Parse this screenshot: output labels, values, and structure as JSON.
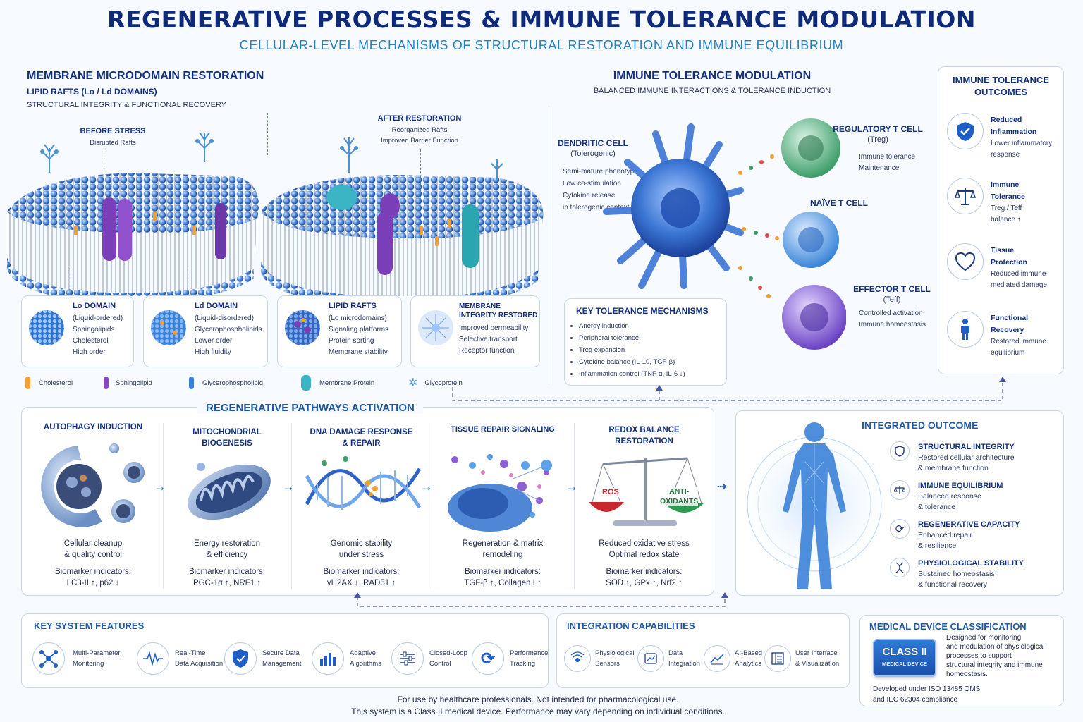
{
  "header": {
    "title": "REGENERATIVE PROCESSES & IMMUNE TOLERANCE MODULATION",
    "subtitle": "CELLULAR-LEVEL MECHANISMS OF STRUCTURAL RESTORATION AND IMMUNE EQUILIBRIUM"
  },
  "membrane": {
    "title": "MEMBRANE MICRODOMAIN RESTORATION",
    "subtitle": "LIPID RAFTS (Lo / Ld DOMAINS)",
    "tagline": "STRUCTURAL INTEGRITY & FUNCTIONAL RECOVERY",
    "before_title": "BEFORE STRESS",
    "before_text": "Disrupted Rafts",
    "after_title": "AFTER RESTORATION",
    "after_text1": "Reorganized Rafts",
    "after_text2": "Improved Barrier Function",
    "domains": [
      {
        "title": "Lo DOMAIN",
        "lines": [
          "(Liquid-ordered)",
          "Sphingolipids",
          "Cholesterol",
          "High order"
        ]
      },
      {
        "title": "Ld DOMAIN",
        "lines": [
          "(Liquid-disordered)",
          "Glycerophospholipids",
          "Lower order",
          "High fluidity"
        ]
      },
      {
        "title": "LIPID RAFTS",
        "lines": [
          "(Lo microdomains)",
          "Signaling platforms",
          "Protein sorting",
          "Membrane stability"
        ]
      },
      {
        "title": "MEMBRANE INTEGRITY RESTORED",
        "lines": [
          "Improved permeability",
          "Selective transport",
          "Receptor function"
        ]
      }
    ],
    "legend": [
      "Cholesterol",
      "Sphingolipid",
      "Glycerophospholipid",
      "Membrane Protein",
      "Glycoprotein"
    ]
  },
  "immune": {
    "title": "IMMUNE TOLERANCE MODULATION",
    "subtitle": "BALANCED IMMUNE INTERACTIONS & TOLERANCE INDUCTION",
    "dc_title": "DENDRITIC CELL",
    "dc_sub": "(Tolerogenic)",
    "dc_lines": [
      "Semi-mature phenotype",
      "Low co-stimulation",
      "Cytokine release",
      "in tolerogenic context"
    ],
    "treg_title": "REGULATORY T CELL",
    "treg_sub": "(Treg)",
    "treg_lines": [
      "Immune tolerance",
      "Maintenance"
    ],
    "naive_title": "NAÏVE T CELL",
    "teff_title": "EFFECTOR T CELL",
    "teff_sub": "(Teff)",
    "teff_lines": [
      "Controlled activation",
      "Immune homeostasis"
    ],
    "mech_title": "KEY TOLERANCE MECHANISMS",
    "mechanisms": [
      "Anergy induction",
      "Peripheral tolerance",
      "Treg expansion",
      "Cytokine balance (IL-10, TGF-β)",
      "Inflammation control (TNF-α, IL-6 ↓)"
    ]
  },
  "outcomes": {
    "title_l1": "IMMUNE TOLERANCE",
    "title_l2": "OUTCOMES",
    "items": [
      {
        "icon": "shield-check-icon",
        "title_l1": "Reduced",
        "title_l2": "Inflammation",
        "desc_l1": "Lower inflammatory",
        "desc_l2": "response"
      },
      {
        "icon": "balance-scale-icon",
        "title_l1": "Immune",
        "title_l2": "Tolerance",
        "desc_l1": "Treg / Teff",
        "desc_l2": "balance ↑"
      },
      {
        "icon": "heart-icon",
        "title_l1": "Tissue",
        "title_l2": "Protection",
        "desc_l1": "Reduced immune-",
        "desc_l2": "mediated damage"
      },
      {
        "icon": "person-icon",
        "title_l1": "Functional",
        "title_l2": "Recovery",
        "desc_l1": "Restored immune",
        "desc_l2": "equilibrium"
      }
    ]
  },
  "pathways": {
    "title": "REGENERATIVE PATHWAYS ACTIVATION",
    "steps": [
      {
        "title_l1": "AUTOPHAGY INDUCTION",
        "title_l2": "",
        "d1": "Cellular cleanup",
        "d2": "& quality control",
        "bio": "Biomarker indicators:",
        "markers": "LC3-II ↑, p62 ↓"
      },
      {
        "title_l1": "MITOCHONDRIAL",
        "title_l2": "BIOGENESIS",
        "d1": "Energy restoration",
        "d2": "& efficiency",
        "bio": "Biomarker indicators:",
        "markers": "PGC-1α ↑, NRF1 ↑"
      },
      {
        "title_l1": "DNA DAMAGE RESPONSE",
        "title_l2": "& REPAIR",
        "d1": "Genomic stability",
        "d2": "under stress",
        "bio": "Biomarker indicators:",
        "markers": "γH2AX ↓, RAD51 ↑"
      },
      {
        "title_l1": "TISSUE REPAIR SIGNALING",
        "title_l2": "",
        "d1": "Regeneration & matrix",
        "d2": "remodeling",
        "bio": "Biomarker indicators:",
        "markers": "TGF-β ↑, Collagen I ↑"
      },
      {
        "title_l1": "REDOX BALANCE",
        "title_l2": "RESTORATION",
        "d1": "Reduced oxidative stress",
        "d2": "Optimal redox state",
        "bio": "Biomarker indicators:",
        "markers": "SOD ↑, GPx ↑, Nrf2 ↑"
      }
    ],
    "ros_label": "ROS",
    "anti_l1": "ANTI-",
    "anti_l2": "OXIDANTS"
  },
  "integrated": {
    "title": "INTEGRATED OUTCOME",
    "items": [
      {
        "icon": "shield-icon",
        "title": "STRUCTURAL INTEGRITY",
        "d1": "Restored cellular architecture",
        "d2": "& membrane function"
      },
      {
        "icon": "scale-icon",
        "title": "IMMUNE EQUILIBRIUM",
        "d1": "Balanced response",
        "d2": "& tolerance"
      },
      {
        "icon": "cycle-icon",
        "title": "REGENERATIVE CAPACITY",
        "d1": "Enhanced repair",
        "d2": "& resilience"
      },
      {
        "icon": "dna-icon",
        "title": "PHYSIOLOGICAL STABILITY",
        "d1": "Sustained homeostasis",
        "d2": "& functional recovery"
      }
    ]
  },
  "features": {
    "title": "KEY SYSTEM FEATURES",
    "items": [
      {
        "l1": "Multi-Parameter",
        "l2": "Monitoring"
      },
      {
        "l1": "Real-Time",
        "l2": "Data Acquisition"
      },
      {
        "l1": "Secure Data",
        "l2": "Management"
      },
      {
        "l1": "Adaptive",
        "l2": "Algorithms"
      },
      {
        "l1": "Closed-Loop",
        "l2": "Control"
      },
      {
        "l1": "Performance",
        "l2": "Tracking"
      }
    ]
  },
  "integration": {
    "title": "INTEGRATION CAPABILITIES",
    "items": [
      {
        "l1": "Physiological",
        "l2": "Sensors"
      },
      {
        "l1": "Data",
        "l2": "Integration"
      },
      {
        "l1": "AI-Based",
        "l2": "Analytics"
      },
      {
        "l1": "User Interface",
        "l2": "& Visualization"
      }
    ]
  },
  "device": {
    "title": "MEDICAL DEVICE CLASSIFICATION",
    "badge": "CLASS II",
    "badge_sub": "MEDICAL DEVICE",
    "desc": [
      "Designed for monitoring",
      "and modulation of physiological",
      "processes to support",
      "structural integrity and immune",
      "homeostasis."
    ],
    "compliance_l1": "Developed under ISO 13485 QMS",
    "compliance_l2": "and IEC 62304 compliance"
  },
  "footer": {
    "l1": "For use by healthcare professionals. Not intended for pharmacological use.",
    "l2": "This system is a Class II medical device. Performance may vary depending on individual conditions."
  }
}
